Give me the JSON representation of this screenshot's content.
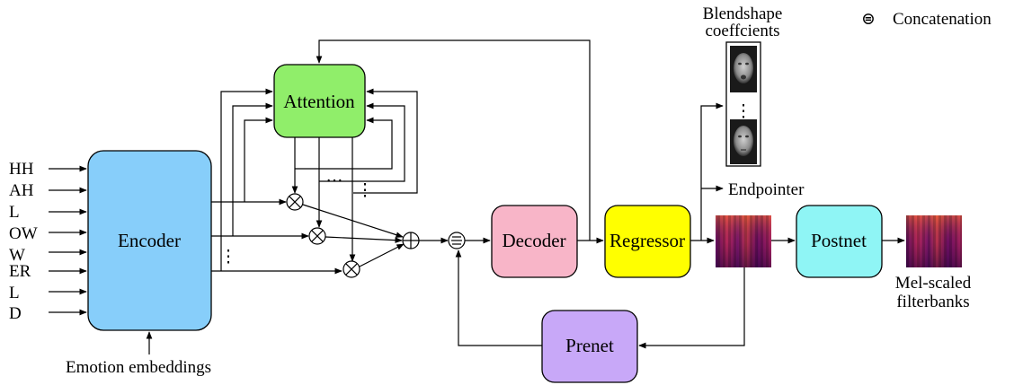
{
  "diagram": {
    "legend": {
      "symbol": "⊜",
      "label": "Concatenation"
    },
    "inputs": [
      "HH",
      "AH",
      "L",
      "OW",
      "W",
      "ER",
      "L",
      "D"
    ],
    "emotion_label": "Emotion embeddings",
    "blendshape_title": [
      "Blendshape",
      "coeffcients"
    ],
    "endpointer_label": "Endpointer",
    "output_label": [
      "Mel-scaled",
      "filterbanks"
    ],
    "dots_h": "···",
    "dots_v": "⋮",
    "colors": {
      "encoder": "#87cefa",
      "attention": "#90ee6a",
      "decoder": "#f8b5c8",
      "regressor": "#ffff00",
      "postnet": "#8ff5f5",
      "prenet": "#c8a8f8"
    },
    "blocks": {
      "encoder": "Encoder",
      "attention": "Attention",
      "decoder": "Decoder",
      "regressor": "Regressor",
      "postnet": "Postnet",
      "prenet": "Prenet"
    }
  }
}
